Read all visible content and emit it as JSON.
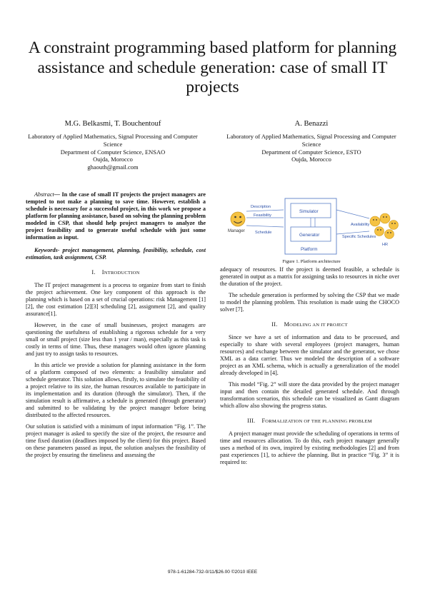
{
  "title": "A constraint programming based platform for planning assistance and schedule generation: case of small IT projects",
  "authors": [
    {
      "name": "M.G. Belkasmi, T. Bouchentouf",
      "lines": [
        "Laboratory of Applied Mathematics, Signal Processing and Computer Science",
        "Department of Computer Science, ENSAO",
        "Oujda, Morocco",
        "ghaouth@gmail.com"
      ]
    },
    {
      "name": "A. Benazzi",
      "lines": [
        "Laboratory of Applied Mathematics, Signal Processing and Computer Science",
        "Department of Computer Science, ESTO",
        "Oujda, Morocco"
      ]
    }
  ],
  "abstract": {
    "label": "Abstract",
    "text": "— In the case of small IT projects the project managers are tempted to not make a planning to save time. However, establish a schedule is necessary for a successful project, in this work we propose a platform for planning assistance, based on solving the planning problem modeled in CSP, that should help project managers to analyze the project feasibility and to generate useful schedule with just some information as input."
  },
  "keywords": "Keywords- project management, planning, feasibility, schedule, cost estimation, task assignment, CSP.",
  "sections": {
    "s1": {
      "num": "I.",
      "first": "I",
      "rest": "NTRODUCTION"
    },
    "s2": {
      "num": "II.",
      "first": "M",
      "rest": "ODELING AN IT PROJECT"
    },
    "s3": {
      "num": "III.",
      "first": "F",
      "rest": "ORMALIZATION OF THE PLANNING PROBLEM"
    }
  },
  "left_paragraphs": [
    "The IT project management is a process to organize from start to finish the project achievement. One key component of this approach is the planning which is based on a set of crucial operations: risk Management [1] [2], the cost estimation [2][3] scheduling [2], assignment [2], and quality assurance[1].",
    "However, in the case of small businesses, project managers are questioning the usefulness of establishing a rigorous schedule for a very small or small project (size less than 1 year / man), especially as this task is costly in terms of time. Thus, these managers would often ignore planning and just try to assign tasks to resources.",
    "In this article we provide a solution for planning assistance in the form of a platform composed of two elements: a feasibility simulator and schedule generator. This solution allows, firstly, to simulate the feasibility of a project relative to its size, the human resources available to participate in its implementation and its duration (through the simulator). Then, if the simulation result is affirmative, a schedule is generated (through generator) and submitted to be validating by the project manager before being distributed to the affected resources.",
    "Our solution is satisfied with a minimum of input information “Fig. 1”. The project manager is asked to specify the size of the project, the resource and time fixed duration (deadlines imposed by the client) for this project. Based on these parameters passed as input, the solution analyses the feasibility of the project by ensuring the timeliness and assessing the"
  ],
  "figure": {
    "manager": "Manager",
    "description": "Description",
    "feasibility": "Feasibility",
    "schedule": "Schedule",
    "simulator": "Simulator",
    "generator": "Generator",
    "platform": "Platform",
    "availability": "Availability",
    "specific_schedules": "Specific Schedules",
    "hr": "HR",
    "caption": "Figure 1. Platform architecture"
  },
  "right_paragraphs_1": [
    "adequacy of resources. If the project is deemed feasible, a schedule is generated in output as a matrix for assigning tasks to resources in niche over the duration of the project.",
    "The schedule generation is performed by solving the CSP that we made to model the planning problem. This resolution is made using the CHOCO solver [7]."
  ],
  "right_paragraphs_2": [
    "Since we have a set of information and data to be processed, and especially to share with several employees (project managers, human resources) and exchange between the simulator and the generator, we chose XML as a data carrier. Thus we modeled the description of a software project as an XML schema, which is actually a generalization of the model already developed in [4].",
    "This model “Fig. 2” will store the data provided by the project manager input and then contain the detailed generated schedule. And through transformation scenarios, this schedule can be visualized as Gantt diagram which allow also showing the progress status."
  ],
  "right_paragraphs_3": [
    "A project manager must provide the scheduling of operations in terms of time and resources allocation. To do this, each project manager generally uses a method of its own, inspired by existing methodologies [2] and from past experiences [1], to achieve the planning. But in practice “Fig. 3” it is required to:"
  ],
  "footer": "978-1-61284-732-0/11/$26.00 ©2010 IEEE"
}
